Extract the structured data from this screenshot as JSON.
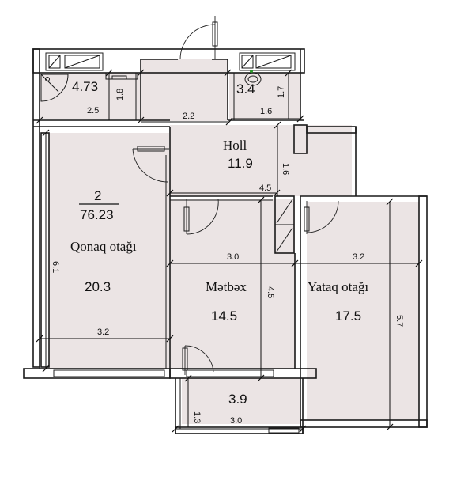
{
  "apartment": {
    "number": "2",
    "total_area": "76.23"
  },
  "rooms": {
    "bathroom": {
      "area": "4.73"
    },
    "wc": {
      "area": "3.4"
    },
    "hall": {
      "name": "Holl",
      "area": "11.9"
    },
    "living_room": {
      "name": "Qonaq otağı",
      "area": "20.3"
    },
    "kitchen": {
      "name": "Mətbəx",
      "area": "14.5"
    },
    "bedroom": {
      "name": "Yataq otağı",
      "area": "17.5"
    },
    "balcony": {
      "area": "3.9"
    }
  },
  "dimensions": {
    "bath_height": "1.8",
    "bath_width": "2.5",
    "corridor_width": "2.2",
    "wc_height": "1.7",
    "wc_width": "1.6",
    "hall_height": "1.6",
    "hall_width": "4.5",
    "living_height": "6.1",
    "living_width": "3.2",
    "kitchen_width": "3.0",
    "kitchen_height": "4.5",
    "bedroom_width": "3.2",
    "bedroom_height": "5.7",
    "balcony_height": "1.3",
    "balcony_width": "3.0"
  },
  "colors": {
    "room_fill": "#ebe4e4",
    "wall": "#1a1a1a"
  }
}
